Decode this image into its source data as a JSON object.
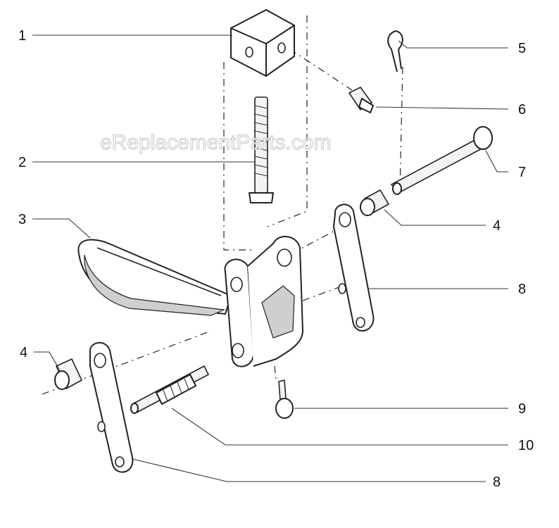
{
  "watermark": "eReplacementParts.com",
  "callouts": [
    {
      "id": "c1",
      "label": "1"
    },
    {
      "id": "c2",
      "label": "2"
    },
    {
      "id": "c3",
      "label": "3"
    },
    {
      "id": "c4a",
      "label": "4"
    },
    {
      "id": "c4b",
      "label": "4"
    },
    {
      "id": "c5",
      "label": "5"
    },
    {
      "id": "c6",
      "label": "6"
    },
    {
      "id": "c7",
      "label": "7"
    },
    {
      "id": "c8a",
      "label": "8"
    },
    {
      "id": "c8b",
      "label": "8"
    },
    {
      "id": "c9",
      "label": "9"
    },
    {
      "id": "c10",
      "label": "10"
    }
  ]
}
